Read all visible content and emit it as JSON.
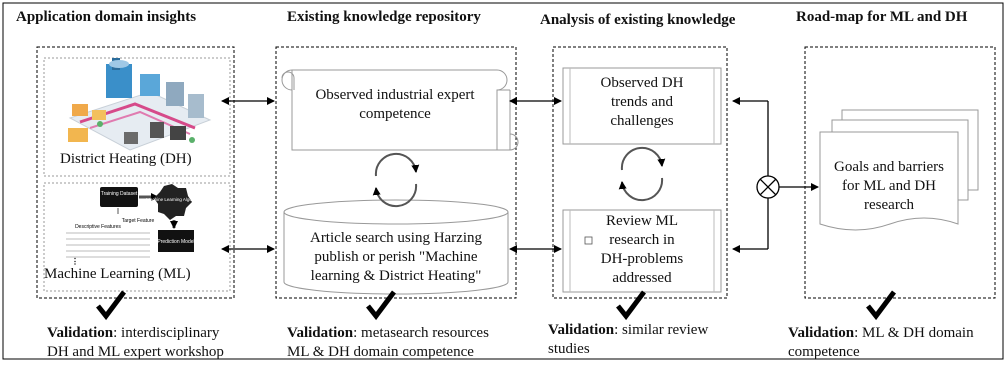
{
  "columns": [
    {
      "title": "Application domain insights",
      "boxes": [
        "District Heating (DH)",
        "Machine Learning (ML)"
      ],
      "validation_label": "Validation",
      "validation_lines": [
        ": interdisciplinary",
        "DH and ML expert workshop"
      ]
    },
    {
      "title": "Existing knowledge repository",
      "boxes": [
        [
          "Observed industrial expert",
          "competence"
        ],
        [
          "Article search using Harzing",
          "publish or perish \"Machine",
          "learning  & District Heating\""
        ]
      ],
      "validation_label": "Validation",
      "validation_lines": [
        ": metasearch resources",
        "ML & DH domain competence"
      ]
    },
    {
      "title": "Analysis of existing knowledge",
      "boxes": [
        [
          "Observed DH",
          "trends and",
          "challenges"
        ],
        [
          "Review ML",
          "research in",
          "DH-problems",
          "addressed"
        ]
      ],
      "validation_label": "Validation",
      "validation_lines": [
        ": similar review",
        "studies"
      ]
    },
    {
      "title": "Road-map for ML and DH",
      "boxes": [
        [
          "Goals and  barriers",
          "for ML and DH",
          "research"
        ]
      ],
      "validation_label": "Validation",
      "validation_lines": [
        ": ML & DH domain",
        "competence"
      ]
    }
  ],
  "ml_diagram": {
    "training": "Training Dataset",
    "algorithm": "Machine Learning Algorithm",
    "descriptive": "Descriptive Features",
    "target": "Target Feature",
    "model": "Prediction Model"
  },
  "icons": [
    "district-heating-illustration",
    "ml-workflow-illustration",
    "cycle-arrows-icon",
    "checkmark-icon",
    "summing-junction-icon"
  ]
}
